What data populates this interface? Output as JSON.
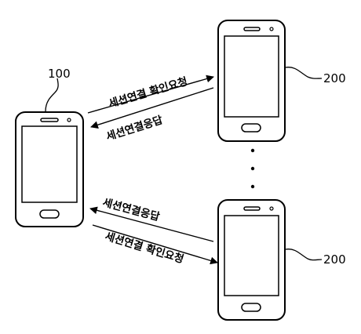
{
  "devices": {
    "client": {
      "ref_label": "100"
    },
    "servers": [
      {
        "ref_label": "200"
      },
      {
        "ref_label": "200"
      }
    ]
  },
  "messages": {
    "top_request": "세션연결 확인요청",
    "top_response": "세션연결응답",
    "bottom_response": "세션연결응답",
    "bottom_request": "세션연결 확인요청"
  },
  "ellipsis": "⋮"
}
